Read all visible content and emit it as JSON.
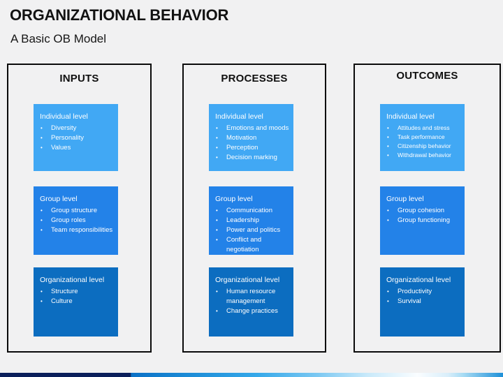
{
  "slide": {
    "title": "ORGANIZATIONAL BEHAVIOR",
    "subtitle": "A Basic OB Model"
  },
  "colors": {
    "individual": "#41A8F4",
    "group": "#2382E8",
    "organizational": "#0C6DC0",
    "footer_navy": "#0B1F5B",
    "footer_blue": "#1E90D8",
    "box_text": "#FFFFFF",
    "frame_border": "#0A0A0A",
    "background": "#F1F1F2"
  },
  "columns": [
    {
      "header": "INPUTS",
      "boxes": [
        {
          "level": "Individual level",
          "tone": "individual",
          "compact": false,
          "items": [
            "Diversity",
            "Personality",
            "Values"
          ]
        },
        {
          "level": "Group level",
          "tone": "group",
          "compact": false,
          "items": [
            "Group structure",
            "Group roles",
            "Team responsibilities"
          ]
        },
        {
          "level": "Organizational level",
          "tone": "organizational",
          "compact": false,
          "items": [
            "Structure",
            "Culture"
          ]
        }
      ]
    },
    {
      "header": "PROCESSES",
      "boxes": [
        {
          "level": "Individual level",
          "tone": "individual",
          "compact": false,
          "items": [
            "Emotions and moods",
            "Motivation",
            "Perception",
            "Decision marking"
          ]
        },
        {
          "level": "Group level",
          "tone": "group",
          "compact": false,
          "items": [
            "Communication",
            "Leadership",
            "Power and politics",
            "Conflict and negotiation"
          ]
        },
        {
          "level": "Organizational level",
          "tone": "organizational",
          "compact": false,
          "items": [
            "Human resource management",
            "Change practices"
          ]
        }
      ]
    },
    {
      "header": "OUTCOMES",
      "boxes": [
        {
          "level": "Individual level",
          "tone": "individual",
          "compact": true,
          "items": [
            "Attitudes and stress",
            "Task performance",
            "Citizenship behavior",
            "Withdrawal behavior"
          ]
        },
        {
          "level": "Group level",
          "tone": "group",
          "compact": false,
          "items": [
            "Group cohesion",
            "Group functioning"
          ]
        },
        {
          "level": "Organizational level",
          "tone": "organizational",
          "compact": false,
          "items": [
            "Productivity",
            "Survival"
          ]
        }
      ]
    }
  ]
}
